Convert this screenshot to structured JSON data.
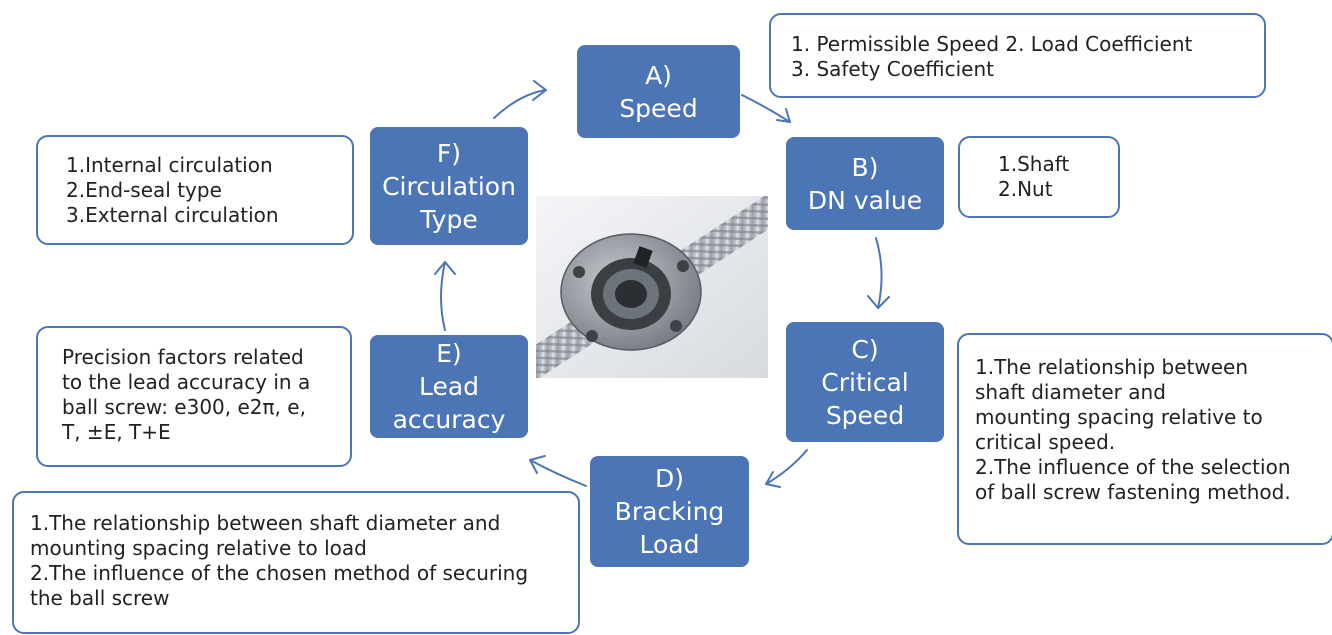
{
  "steps": {
    "a": {
      "line1": "A)",
      "line2": "Speed"
    },
    "b": {
      "line1": "B)",
      "line2": "DN value"
    },
    "c": {
      "line1": "C)",
      "line2": "Critical",
      "line3": "Speed"
    },
    "d": {
      "line1": "D)",
      "line2": "Bracking",
      "line3": "Load"
    },
    "e": {
      "line1": "E)",
      "line2": "Lead",
      "line3": "accuracy"
    },
    "f": {
      "line1": "F)",
      "line2": "Circulation",
      "line3": "Type"
    }
  },
  "notes": {
    "a": [
      "1. Permissible Speed  2. Load Coefficient",
      "3. Safety Coefficient"
    ],
    "b": [
      "1.Shaft",
      "2.Nut"
    ],
    "c": [
      "1.The relationship between",
      "shaft diameter and",
      "mounting spacing relative to",
      "critical speed.",
      "2.The influence of the selection",
      "of ball screw fastening method."
    ],
    "d": [
      "1.The relationship between shaft diameter and",
      "mounting spacing relative to load",
      "2.The influence of the chosen method of securing",
      "the ball screw"
    ],
    "e": [
      "Precision factors related",
      "to the lead accuracy in a",
      "ball screw: e300, e2π, e,",
      "T, ±E, T+E"
    ],
    "f": [
      "1.Internal circulation",
      "2.End-seal type",
      "3.External circulation"
    ]
  },
  "colors": {
    "box_fill": "#4c75b6",
    "border": "#4c75b6",
    "arrow": "#4c75b6"
  },
  "image": {
    "subject": "ball screw nut on threaded shaft"
  }
}
